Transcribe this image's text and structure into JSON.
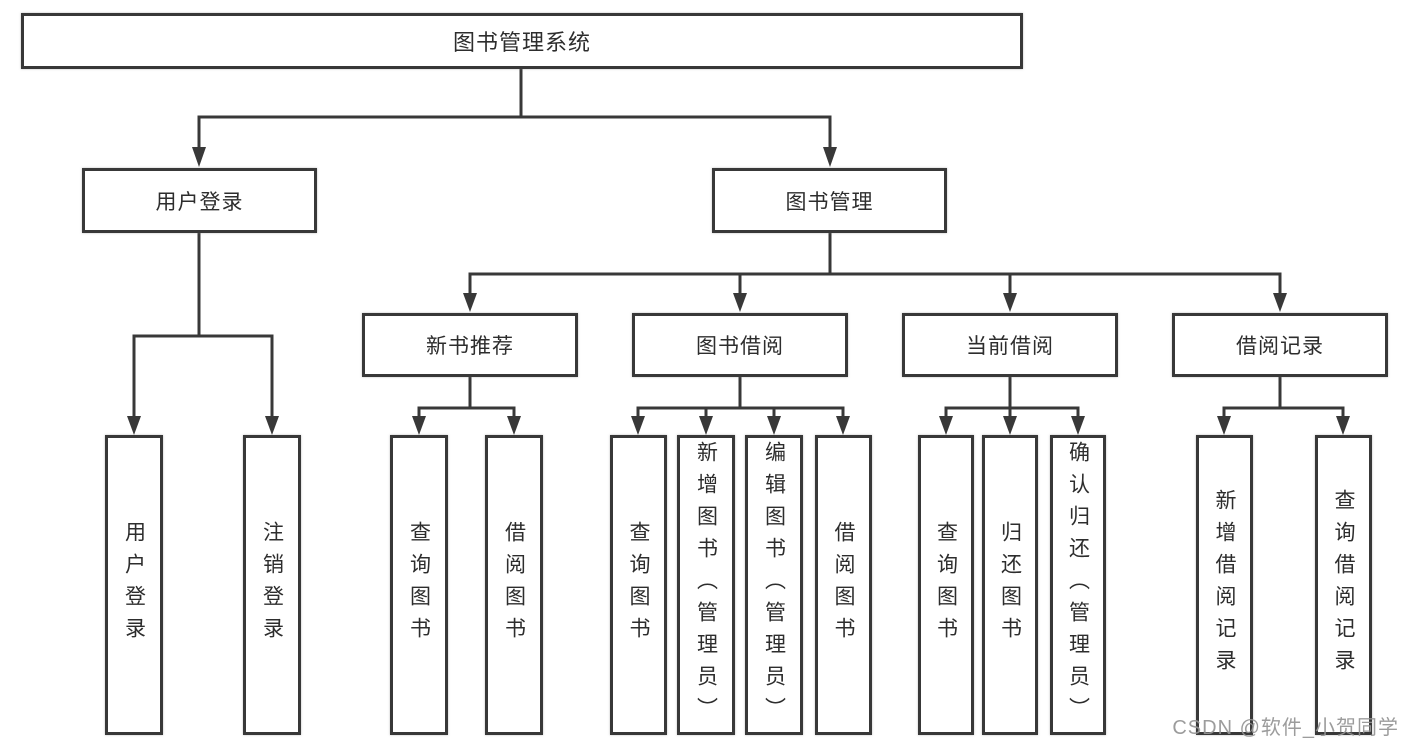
{
  "diagram": {
    "root": {
      "label": "图书管理系统"
    },
    "branches": {
      "user_login": {
        "label": "用户登录",
        "children": [
          "用户登录",
          "注销登录"
        ]
      },
      "book_management": {
        "label": "图书管理"
      }
    },
    "modules": [
      {
        "label": "新书推荐",
        "children": [
          "查询图书",
          "借阅图书"
        ]
      },
      {
        "label": "图书借阅",
        "children": [
          "查询图书",
          "新增图书（管理员）",
          "编辑图书（管理员）",
          "借阅图书"
        ]
      },
      {
        "label": "当前借阅",
        "children": [
          "查询图书",
          "归还图书",
          "确认归还（管理员）"
        ]
      },
      {
        "label": "借阅记录",
        "children": [
          "新增借阅记录",
          "查询借阅记录"
        ]
      }
    ]
  },
  "watermark": {
    "text": "CSDN @软件_小贺同学"
  }
}
